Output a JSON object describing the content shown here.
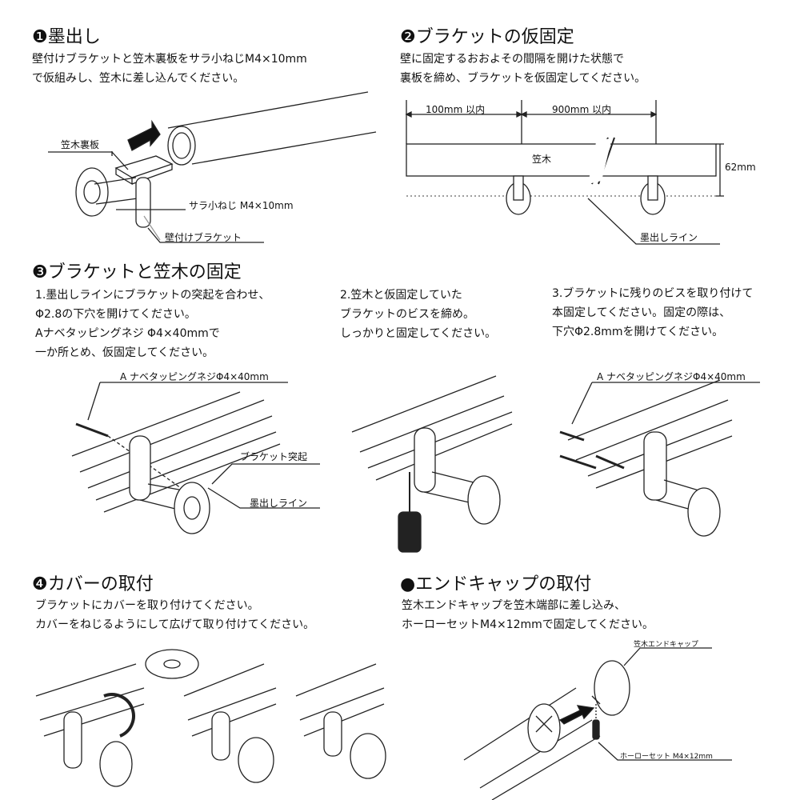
{
  "section1": {
    "title": "❶墨出し",
    "lines": [
      "壁付けブラケットと笠木裏板をサラ小ねじM4×10mm",
      "で仮組みし、笠木に差し込んでください。"
    ],
    "labels": {
      "back_plate": "笠木裏板",
      "screw": "サラ小ねじ M4×10mm",
      "bracket": "壁付けブラケット"
    }
  },
  "section2": {
    "title": "❷ブラケットの仮固定",
    "lines": [
      "壁に固定するおおよその間隔を開けた状態で",
      "裏板を締め、ブラケットを仮固定してください。"
    ],
    "labels": {
      "dim_left": "100mm 以内",
      "dim_right": "900mm 以内",
      "rail": "笠木",
      "height": "62mm",
      "marking_line": "墨出しライン"
    }
  },
  "section3": {
    "title": "❸ブラケットと笠木の固定",
    "step1": [
      "1.墨出しラインにブラケットの突起を合わせ、",
      "Φ2.8の下穴を開けてください。",
      "Aナベタッピングネジ Φ4×40mmで",
      "一か所とめ、仮固定してください。"
    ],
    "step2": [
      "2.笠木と仮固定していた",
      "ブラケットのビスを締め。",
      "しっかりと固定してください。"
    ],
    "step3": [
      "3.ブラケットに残りのビスを取り付けて",
      "本固定してください。固定の際は、",
      "下穴Φ2.8mmを開けてください。"
    ],
    "labels": {
      "screw_a": "A ナベタッピングネジΦ4×40mm",
      "protrusion": "ブラケット突起",
      "marking_line": "墨出しライン",
      "screw_a_right": "A ナベタッピングネジΦ4×40mm"
    }
  },
  "section4": {
    "title": "❹カバーの取付",
    "lines": [
      "ブラケットにカバーを取り付けてください。",
      "カバーをねじるようにして広げて取り付けてください。"
    ]
  },
  "section5": {
    "title": "●エンドキャップの取付",
    "lines": [
      "笠木エンドキャップを笠木端部に差し込み、",
      "ホーローセットM4×12mmで固定してください。"
    ],
    "labels": {
      "end_cap": "笠木エンドキャップ",
      "set_screw": "ホーローセット M4×12mm"
    }
  }
}
